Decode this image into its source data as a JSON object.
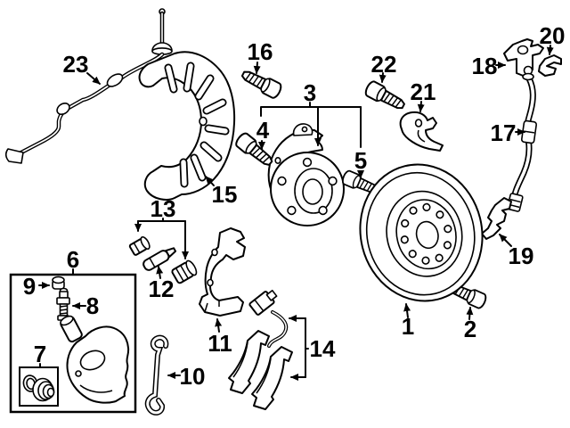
{
  "diagram": {
    "kind": "exploded-parts-diagram",
    "background_color": "#ffffff",
    "line_color": "#000000",
    "callouts": [
      "1",
      "2",
      "3",
      "4",
      "5",
      "6",
      "7",
      "8",
      "9",
      "10",
      "11",
      "12",
      "13",
      "14",
      "15",
      "16",
      "17",
      "18",
      "19",
      "20",
      "21",
      "22",
      "23"
    ]
  }
}
